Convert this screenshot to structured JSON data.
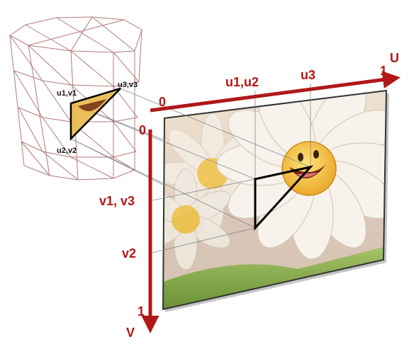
{
  "mesh": {
    "label_u1v1": "u1,v1",
    "label_u3v3": "u3,v3",
    "label_u2v2": "u2,v2"
  },
  "u_axis": {
    "origin_label": "0",
    "end_label": "1",
    "axis_name": "U",
    "tick_u1u2": "u1,u2",
    "tick_u3": "u3"
  },
  "v_axis": {
    "origin_label": "0",
    "end_label": "1",
    "axis_name": "V",
    "tick_v1v3": "v1, v3",
    "tick_v2": "v2"
  },
  "colors": {
    "axis": "#b01818",
    "mesh_wire": "#b07a7a",
    "triangle": "#000000",
    "triangle_fill": "#e8b84a",
    "frame": "#333333"
  },
  "icons": {
    "texture": "daisy-with-smiley-face"
  }
}
